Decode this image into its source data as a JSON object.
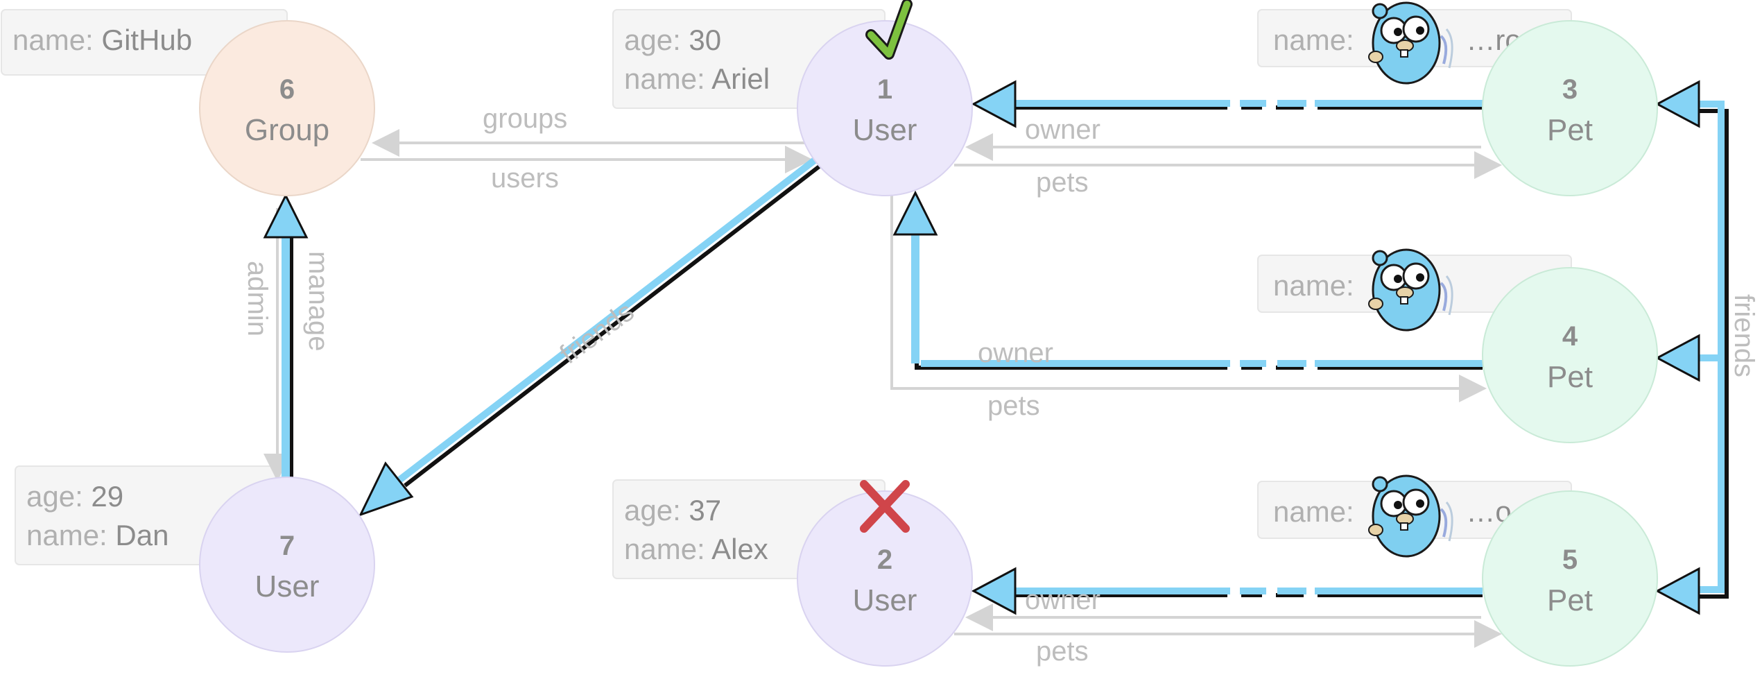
{
  "nodes": [
    {
      "id": "1",
      "type": "User",
      "props": [
        [
          "age",
          "30"
        ],
        [
          "name",
          "Ariel"
        ]
      ]
    },
    {
      "id": "2",
      "type": "User",
      "props": [
        [
          "age",
          "37"
        ],
        [
          "name",
          "Alex"
        ]
      ]
    },
    {
      "id": "3",
      "type": "Pet",
      "props": [
        [
          "name",
          "…ro"
        ]
      ]
    },
    {
      "id": "4",
      "type": "Pet",
      "props": [
        [
          "name",
          ""
        ]
      ]
    },
    {
      "id": "5",
      "type": "Pet",
      "props": [
        [
          "name",
          "…o"
        ]
      ]
    },
    {
      "id": "6",
      "type": "Group",
      "props": [
        [
          "name",
          "GitHub"
        ]
      ]
    },
    {
      "id": "7",
      "type": "User",
      "props": [
        [
          "age",
          "29"
        ],
        [
          "name",
          "Dan"
        ]
      ]
    }
  ],
  "edge_labels": {
    "groups": "groups",
    "users": "users",
    "owner": "owner",
    "pets": "pets",
    "friends": "friends",
    "admin": "admin",
    "manage": "manage"
  },
  "colors": {
    "user": "#ece8fb",
    "pet": "#e4f9ee",
    "group": "#fbeadf",
    "traversal": "#85d3f5",
    "edge": "#d9d9d9",
    "check": "#7dc13f",
    "cross": "#d0454a"
  },
  "icons": [
    "check-icon",
    "cross-icon",
    "gopher-icon"
  ]
}
